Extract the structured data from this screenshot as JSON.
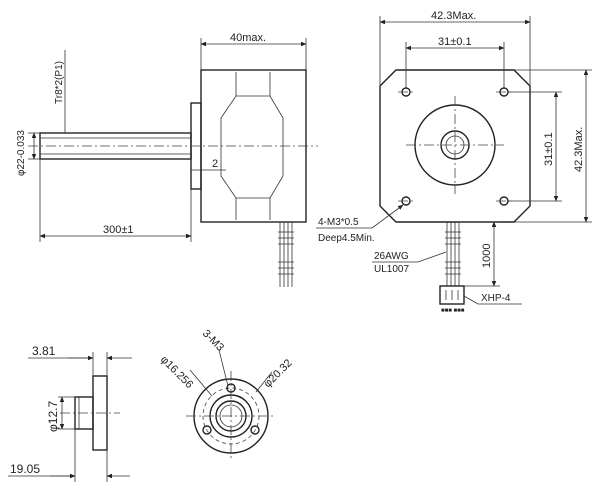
{
  "side_view": {
    "body_length": "40max.",
    "thread_spec": "Tr8*2(P1)",
    "shaft_diameter": "φ22-0.033",
    "step_width": "2",
    "shaft_length": "300±1",
    "wire_length": "1000",
    "wire_gauge": "26AWG",
    "wire_type": "UL1007",
    "connector": "XHP-4"
  },
  "front_view": {
    "frame_width": "42.3Max.",
    "hole_spacing_h": "31±0.1",
    "hole_spacing_v": "31±0.1",
    "frame_height": "42.3Max.",
    "mount_thread": "4-M3*0.5",
    "mount_depth": "Deep4.5Min."
  },
  "nut_view": {
    "flange_thickness": "3.81",
    "boss_diameter": "φ12.7",
    "total_length": "19.05",
    "bolt_circle": "φ16.256",
    "holes": "3-M3",
    "flange_diameter": "φ20.32"
  }
}
